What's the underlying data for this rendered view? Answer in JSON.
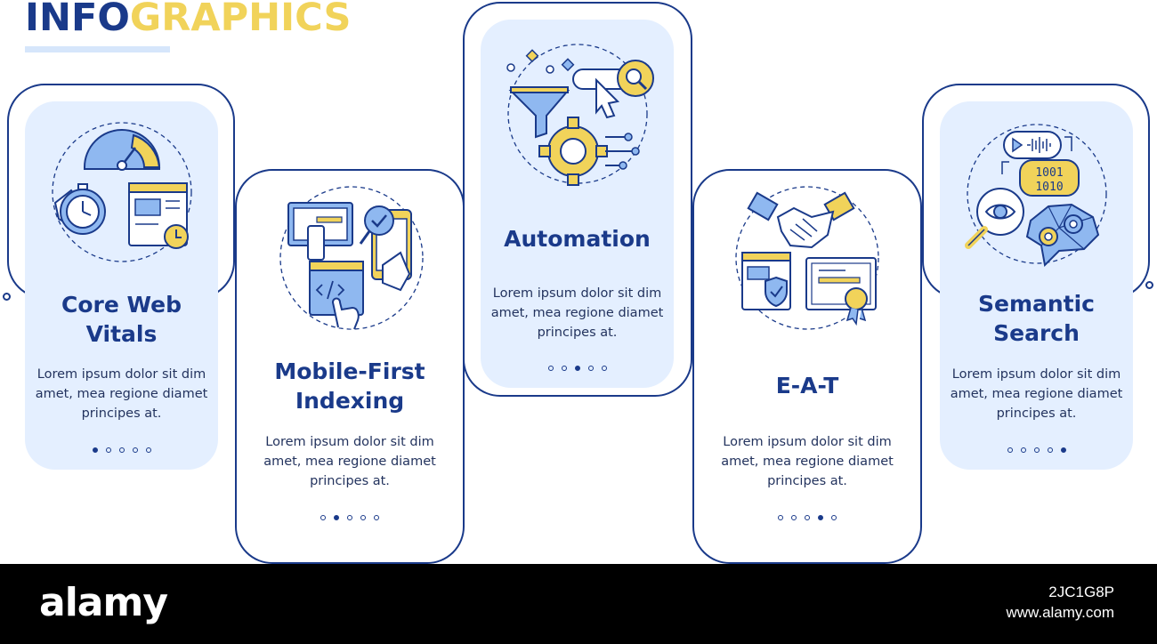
{
  "header": {
    "title_part1": "INFO",
    "title_part2": "GRAPHICS"
  },
  "steps": [
    {
      "title_line1": "Core Web",
      "title_line2": "Vitals",
      "desc_line1": "Lorem ipsum dolor sit dim",
      "desc_line2": "amet, mea regione diamet",
      "desc_line3": "principes at.",
      "active_dot": 1,
      "icon": "speedometer-stopwatch-webpage-icon"
    },
    {
      "title_line1": "Mobile-First",
      "title_line2": "Indexing",
      "desc_line1": "Lorem ipsum dolor sit dim",
      "desc_line2": "amet, mea regione diamet",
      "desc_line3": "principes at.",
      "active_dot": 2,
      "icon": "devices-phone-checkmark-icon"
    },
    {
      "title_line1": "Automation",
      "title_line2": "",
      "desc_line1": "Lorem ipsum dolor sit dim",
      "desc_line2": "amet, mea regione diamet",
      "desc_line3": "principes at.",
      "active_dot": 3,
      "icon": "funnel-gear-cursor-icon"
    },
    {
      "title_line1": "E-A-T",
      "title_line2": "",
      "desc_line1": "Lorem ipsum dolor sit dim",
      "desc_line2": "amet, mea regione diamet",
      "desc_line3": "principes at.",
      "active_dot": 4,
      "icon": "handshake-certificate-icon"
    },
    {
      "title_line1": "Semantic",
      "title_line2": "Search",
      "desc_line1": "Lorem ipsum dolor sit dim",
      "desc_line2": "amet, mea regione diamet",
      "desc_line3": "principes at.",
      "active_dot": 5,
      "icon": "eye-brain-binary-icon"
    }
  ],
  "colors": {
    "navy": "#1a3a8a",
    "yellow": "#f1d35a",
    "light_blue": "#e4efff",
    "blue": "#8fb8f0"
  },
  "footer": {
    "logo": "alamy",
    "image_id": "2JC1G8P",
    "site": "www.alamy.com"
  }
}
